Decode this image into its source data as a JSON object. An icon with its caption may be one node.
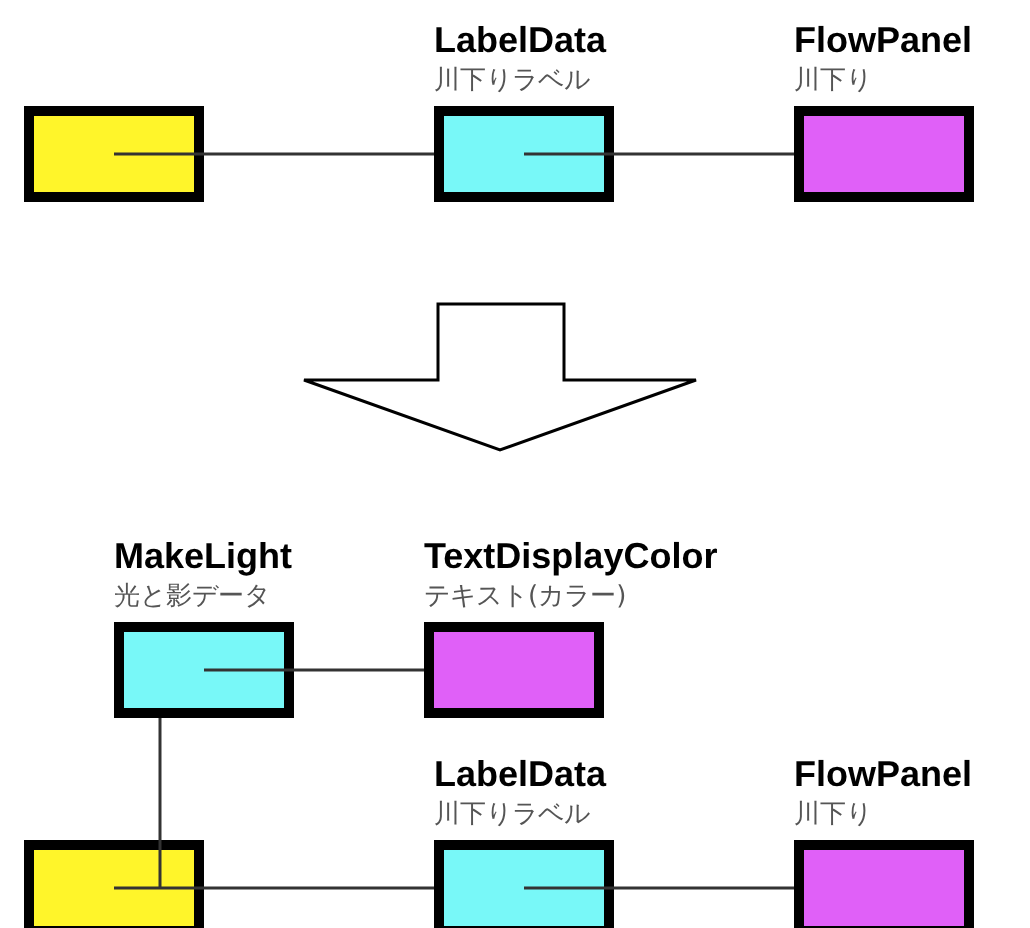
{
  "diagram": {
    "nodes": [
      {
        "text": [],
        "shape": "box"
      },
      {
        "text": [
          "LabelData",
          "川下りラベル"
        ]
      },
      {
        "text": [
          "FlowPanel",
          "川下り"
        ]
      },
      {
        "text": [
          "MakeLight",
          "光と影データ"
        ]
      },
      {
        "text": [
          "TextDisplayColor",
          "テキスト(カラー)"
        ]
      },
      {
        "text": [],
        "shape": "box"
      },
      {
        "text": [
          "LabelData",
          "川下りラベル"
        ]
      },
      {
        "text": [
          "FlowPanel",
          "川下り"
        ]
      }
    ],
    "edges": [
      {
        "from": 0,
        "to": 1,
        "arrow": "none"
      },
      {
        "from": 1,
        "to": 2,
        "arrow": "none"
      },
      {
        "from": 3,
        "to": 4,
        "arrow": "none"
      },
      {
        "from": 3,
        "to": 5,
        "arrow": "none"
      },
      {
        "from": 5,
        "to": 6,
        "arrow": "none"
      },
      {
        "from": 6,
        "to": 7,
        "arrow": "none"
      }
    ]
  }
}
